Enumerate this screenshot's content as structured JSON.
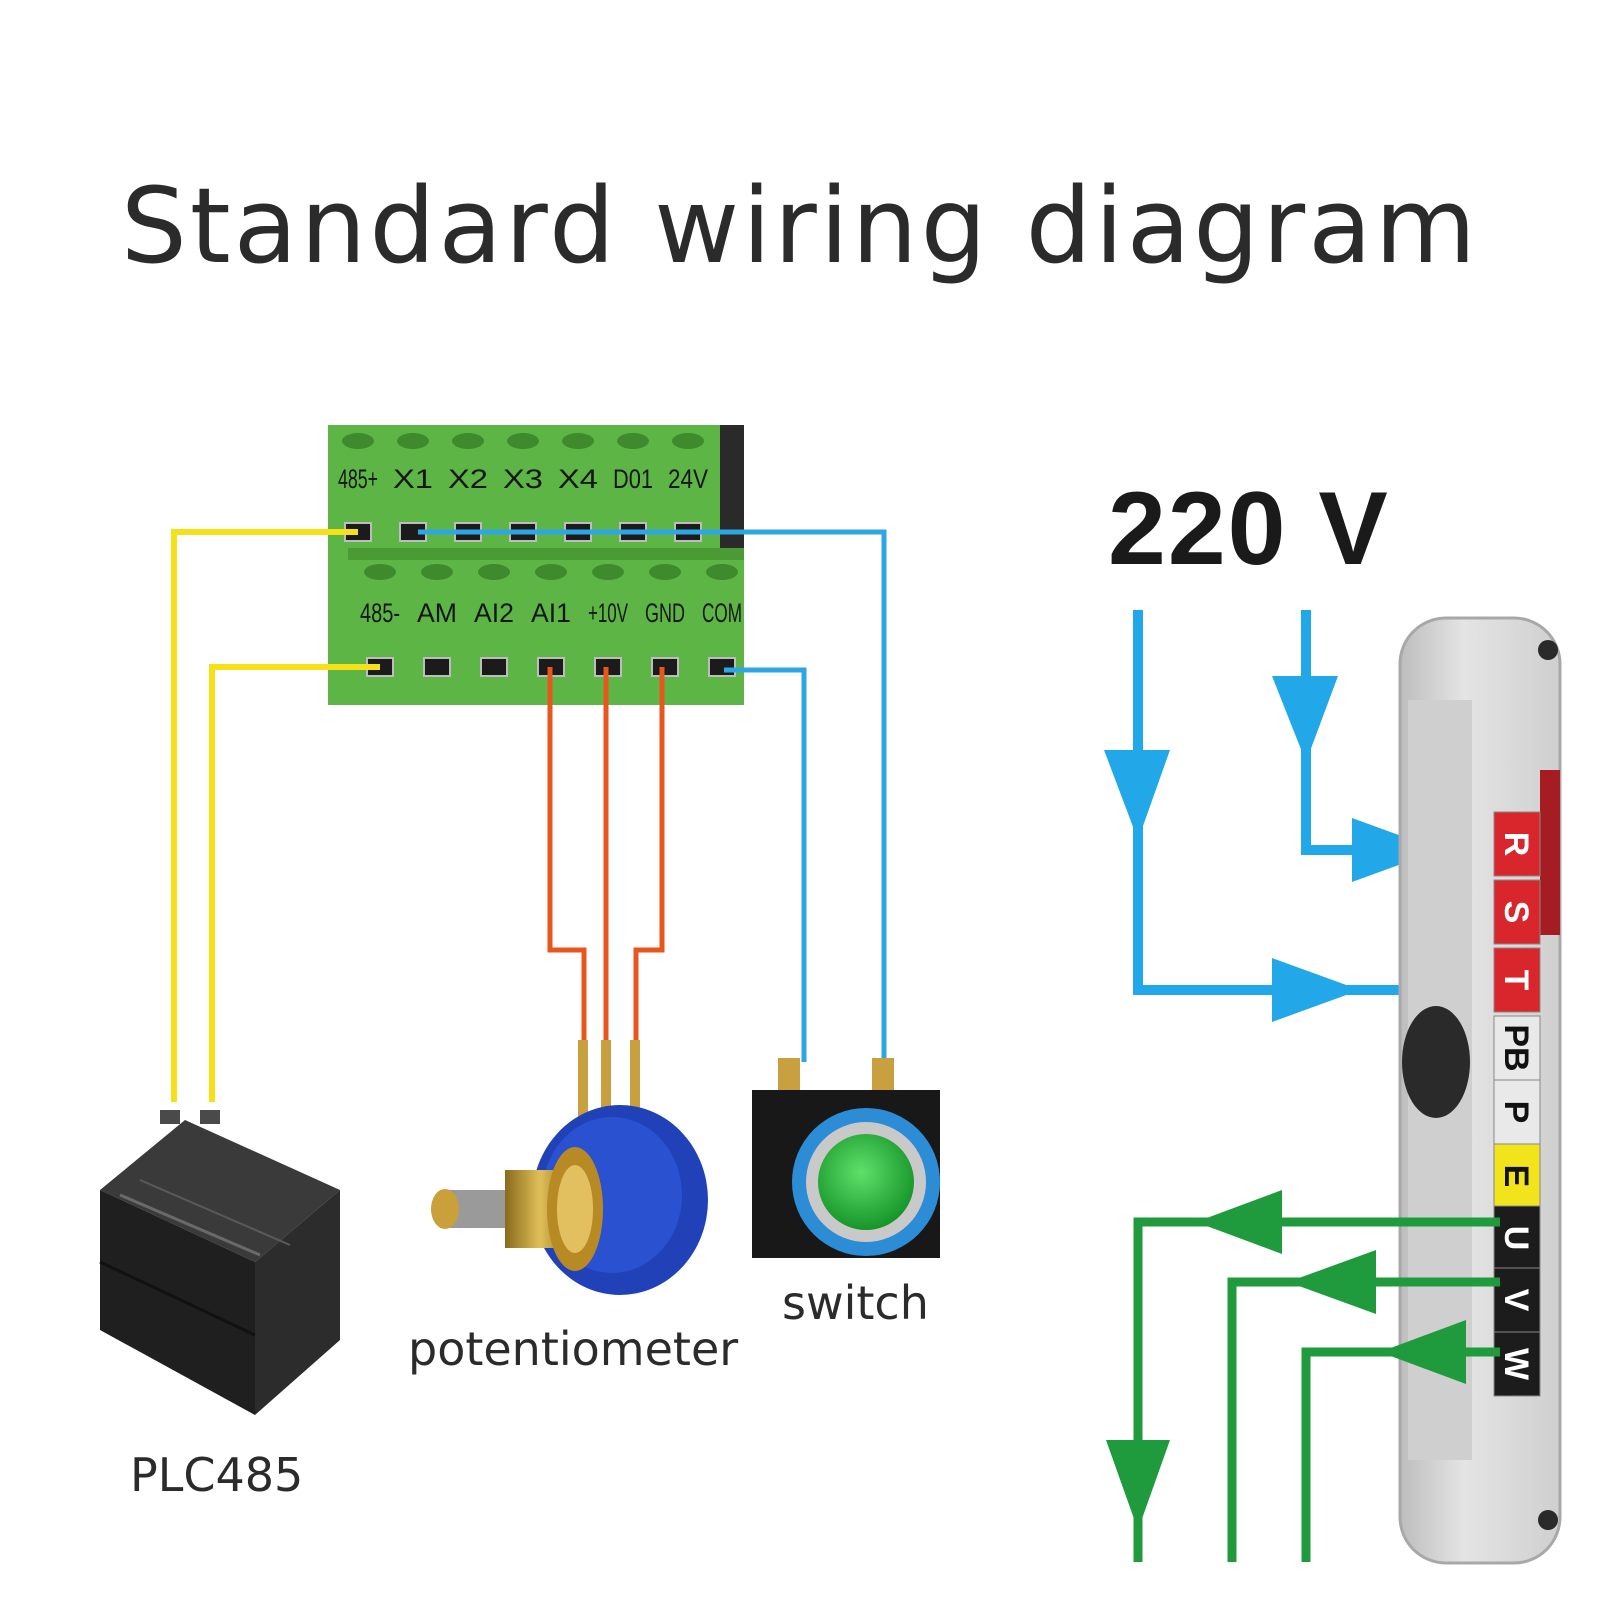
{
  "title": "Standard wiring diagram",
  "voltage": "220 V",
  "terminal_block": {
    "top_row": [
      "485+",
      "X1",
      "X2",
      "X3",
      "X4",
      "D01",
      "24V"
    ],
    "bottom_row": [
      "485-",
      "AM",
      "AI2",
      "AI1",
      "+10V",
      "GND",
      "COM"
    ]
  },
  "devices": {
    "plc": "PLC485",
    "potentiometer": "potentiometer",
    "switch": "switch"
  },
  "power_terminals": [
    {
      "label": "R",
      "color": "#d8262c"
    },
    {
      "label": "S",
      "color": "#d8262c"
    },
    {
      "label": "T",
      "color": "#d8262c"
    },
    {
      "label": "PB",
      "color": "#e9e9e9"
    },
    {
      "label": "P",
      "color": "#e9e9e9"
    },
    {
      "label": "E",
      "color": "#f2e41c"
    },
    {
      "label": "U",
      "color": "#1c1c1c"
    },
    {
      "label": "V",
      "color": "#1c1c1c"
    },
    {
      "label": "W",
      "color": "#1c1c1c"
    }
  ],
  "colors": {
    "terminal_green": "#5cb545",
    "rs485_wire": "#f5e11a",
    "signal_wire": "#2ea6e3",
    "analog_wire": "#e8561e",
    "input_power": "#22a8e8",
    "output_power": "#1f9a3c"
  }
}
